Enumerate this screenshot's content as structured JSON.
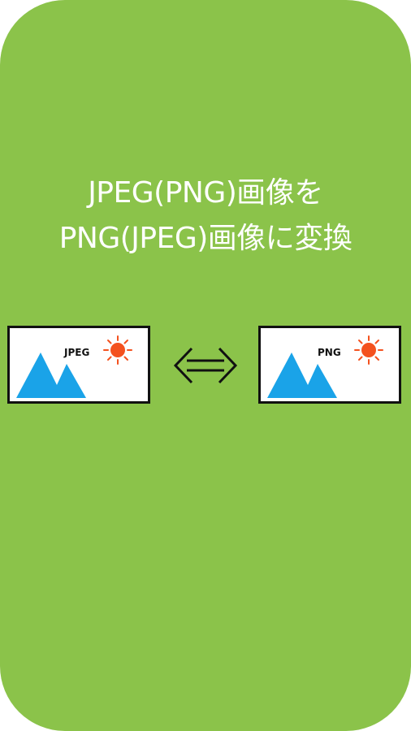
{
  "title": {
    "line1": "JPEG(PNG)画像を",
    "line2": "PNG(JPEG)画像に変換"
  },
  "left_image": {
    "format_label": "JPEG"
  },
  "right_image": {
    "format_label": "PNG"
  },
  "colors": {
    "background": "#8bc34a",
    "mountain": "#1aa3e8",
    "sun": "#f4511e",
    "text": "#ffffff"
  },
  "icons": {
    "arrow": "double-arrow-icon",
    "sun": "sun-icon",
    "mountain": "mountain-icon"
  }
}
